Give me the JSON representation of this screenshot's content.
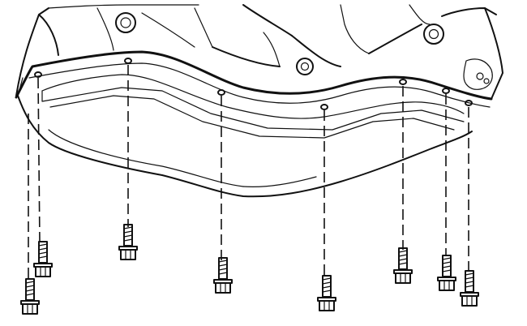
{
  "colors": {
    "ink": "#111111",
    "paper": "#ffffff"
  },
  "components": {
    "oil_pan": "oil-pan",
    "gasket": "oil-pan-gasket",
    "engine_block": "engine-block",
    "bolts": [
      "bolt-1",
      "bolt-2",
      "bolt-3",
      "bolt-4",
      "bolt-5",
      "bolt-6",
      "bolt-7",
      "bolt-8"
    ]
  }
}
